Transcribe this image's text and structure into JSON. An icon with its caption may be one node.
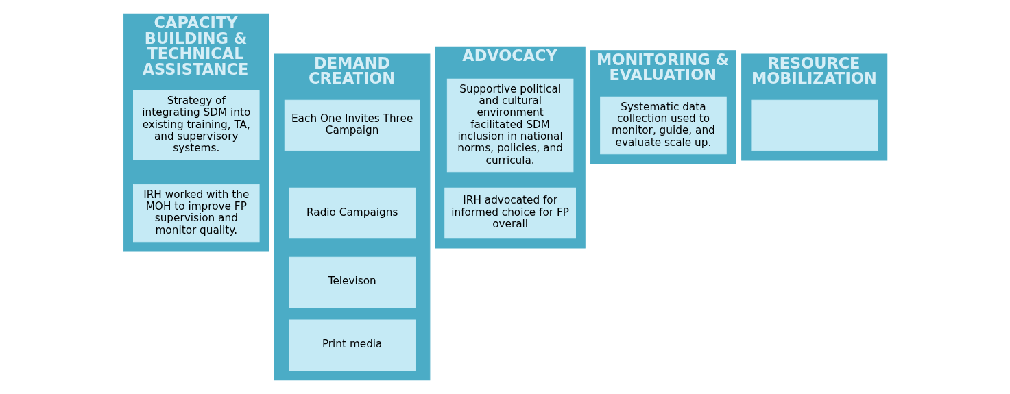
{
  "diagram": {
    "nodes": [
      {
        "text": [
          "CAPACITY BUILDING & TECHNICAL ASSISTANCE"
        ]
      },
      {
        "text": [
          "Strategy of integrating SDM into existing training, TA, and supervisory systems."
        ],
        "in": 0
      },
      {
        "text": [
          "IRH worked with the MOH to improve FP supervision and monitor quality."
        ],
        "in": 0
      },
      {
        "text": [
          "DEMAND CREATION"
        ]
      },
      {
        "text": [
          "Each One Invites Three Campaign"
        ],
        "in": 3
      },
      {
        "text": [
          "Radio Campaigns"
        ],
        "in": 3
      },
      {
        "text": [
          "Televison"
        ],
        "in": 3
      },
      {
        "text": [
          "Print media"
        ],
        "in": 3
      },
      {
        "text": [
          "ADVOCACY"
        ]
      },
      {
        "text": [
          "Supportive political and cultural environment facilitated SDM inclusion in national norms, policies, and curricula."
        ],
        "in": 8
      },
      {
        "text": [
          "IRH advocated for informed choice for FP overall"
        ],
        "in": 8
      },
      {
        "text": [
          "MONITORING & EVALUATION"
        ]
      },
      {
        "text": [
          "Systematic data collection used to monitor, guide, and evaluate scale up."
        ],
        "in": 11
      },
      {
        "text": [
          "RESOURCE MOBILIZATION"
        ]
      },
      {
        "text": [],
        "shape": "box",
        "in": 13
      }
    ],
    "edges": []
  }
}
